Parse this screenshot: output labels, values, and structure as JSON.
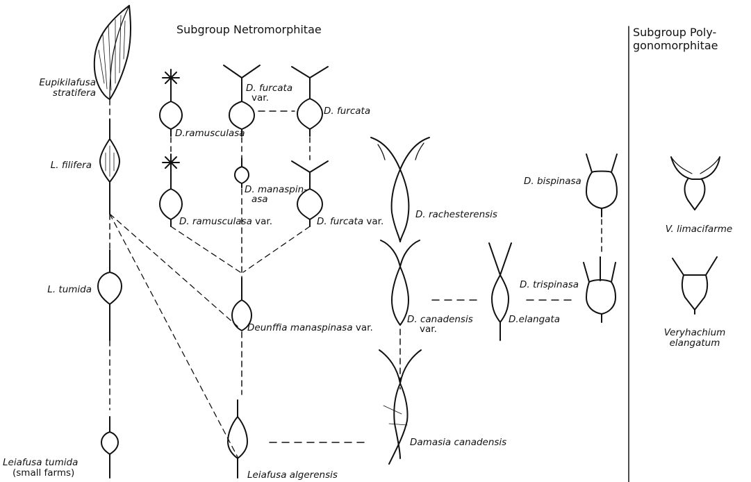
{
  "headers": {
    "netromorphitae": "Subgroup Netromorphitae",
    "polygonomorphitae_line1": "Subgroup Poly-",
    "polygonomorphitae_line2": "gonomorphitae"
  },
  "taxa": {
    "eupikilafusa_1": "Eupikilafusa",
    "eupikilafusa_2": "stratifera",
    "l_filifera": "L. filifera",
    "l_tumida": "L. tumida",
    "leiafusa_tumida": "Leiafusa tumida",
    "small_forms": "(small farms)",
    "d_ramusculasa": "D.ramusculasa",
    "d_ramusculasa_var": "D. ramusculasa",
    "d_ramusculasa_var_suffix": "var.",
    "d_furcata_var_top_1": "D. furcata",
    "d_furcata_var_top_2": "var.",
    "d_furcata": "D. furcata",
    "d_manaspinasa_1": "D. manaspin-",
    "d_manaspinasa_2": "asa",
    "d_furcata_var": "D. furcata",
    "d_furcata_var_suffix": "var.",
    "d_rachesterensis": "D. rachesterensis",
    "deunffia": "Deunffia manaspinasa",
    "deunffia_suffix": "var.",
    "d_canadensis_var_1": "D. canadensis",
    "d_canadensis_var_2": "var.",
    "d_elangata": "D.elangata",
    "d_bispinasa": "D. bispinasa",
    "d_trispinasa": "D. trispinasa",
    "domasia_canadensis": "Damasia canadensis",
    "leiafusa_algerensis": "Leiafusa algerensis",
    "v_limacifarme": "V. limacifarme",
    "veryhachium_1": "Veryhachium",
    "veryhachium_2": "elangatum"
  },
  "ink_color": "#111111",
  "background_color": "#ffffff"
}
